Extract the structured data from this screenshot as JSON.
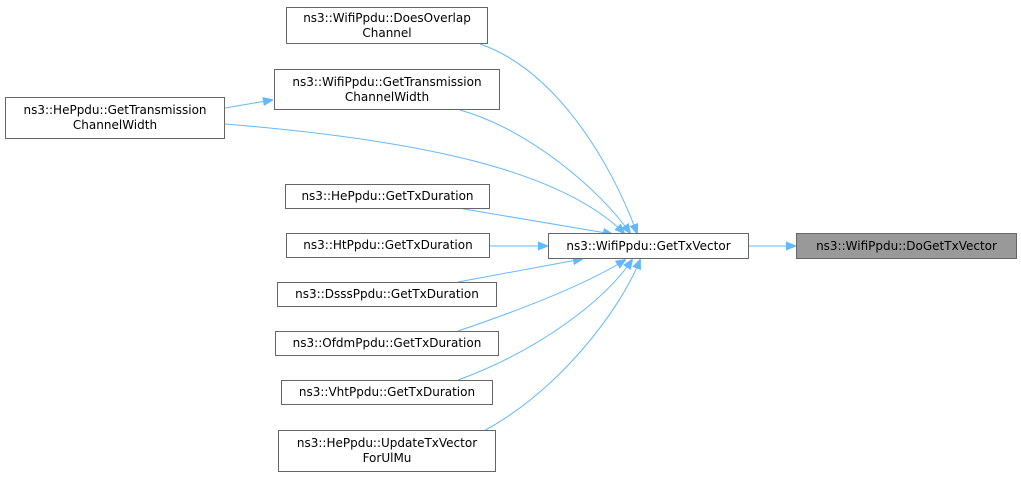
{
  "colors": {
    "edge": "#63b8ff",
    "node_border": "#666666",
    "focus_fill": "#999999"
  },
  "nodes": {
    "wifi_does_overlap": [
      "ns3::WifiPpdu::DoesOverlap",
      "Channel"
    ],
    "wifi_get_tx_channel_width": [
      "ns3::WifiPpdu::GetTransmission",
      "ChannelWidth"
    ],
    "he_get_tx_channel_width": [
      "ns3::HePpdu::GetTransmission",
      "ChannelWidth"
    ],
    "he_get_tx_duration": [
      "ns3::HePpdu::GetTxDuration"
    ],
    "ht_get_tx_duration": [
      "ns3::HtPpdu::GetTxDuration"
    ],
    "dsss_get_tx_duration": [
      "ns3::DsssPpdu::GetTxDuration"
    ],
    "ofdm_get_tx_duration": [
      "ns3::OfdmPpdu::GetTxDuration"
    ],
    "vht_get_tx_duration": [
      "ns3::VhtPpdu::GetTxDuration"
    ],
    "he_update_tx_vector": [
      "ns3::HePpdu::UpdateTxVector",
      "ForUlMu"
    ],
    "wifi_get_tx_vector": [
      "ns3::WifiPpdu::GetTxVector"
    ],
    "wifi_do_get_tx_vector": [
      "ns3::WifiPpdu::DoGetTxVector"
    ]
  }
}
